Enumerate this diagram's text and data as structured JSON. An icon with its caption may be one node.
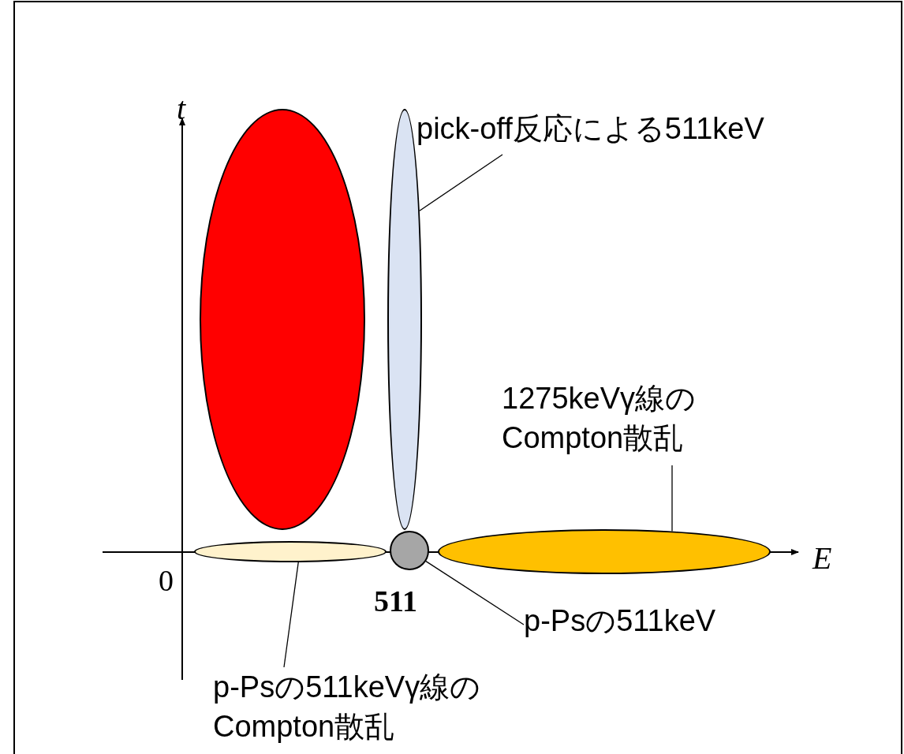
{
  "diagram": {
    "nodes": [
      {
        "text": [
          "pick-off反応による511keV"
        ]
      },
      {
        "text": [],
        "shape": "ellipse"
      },
      {
        "text": [],
        "shape": "ellipse"
      },
      {
        "text": [
          "1275keVγ線のCompton散乱"
        ]
      },
      {
        "text": [],
        "shape": "ellipse"
      },
      {
        "text": [],
        "shape": "circle"
      },
      {
        "text": [],
        "shape": "ellipse"
      },
      {
        "text": [
          "p-Psの511keV"
        ]
      },
      {
        "text": [
          "p-Psの511keVγ線のCompton散乱"
        ]
      }
    ],
    "edges": [
      {
        "from": 0,
        "to": 1,
        "arrow": "none"
      },
      {
        "from": 3,
        "to": 6,
        "arrow": "none"
      },
      {
        "from": 7,
        "to": 5,
        "arrow": "none"
      },
      {
        "from": 8,
        "to": 4,
        "arrow": "none"
      }
    ],
    "labels": [
      "t",
      "E",
      "0",
      "511"
    ]
  }
}
